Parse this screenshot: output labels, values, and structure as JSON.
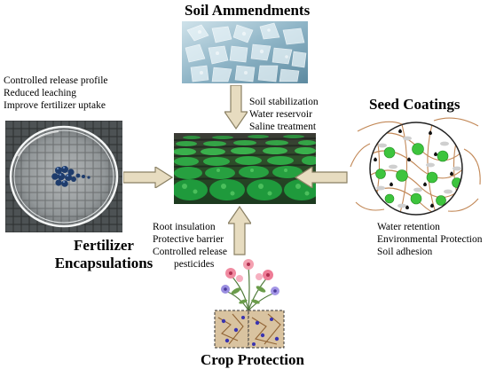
{
  "soil_amendments": {
    "title": "Soil Ammendments",
    "points": [
      "Soil stabilization",
      "Water reservoir",
      "Saline treatment"
    ]
  },
  "fertilizer": {
    "title_line1": "Fertilizer",
    "title_line2": "Encapsulations",
    "points": [
      "Controlled release profile",
      "Reduced leaching",
      "Improve fertilizer uptake"
    ]
  },
  "seed_coatings": {
    "title": "Seed Coatings",
    "points": [
      "Water retention",
      "Environmental Protection",
      "Soil adhesion"
    ]
  },
  "crop_protection": {
    "title": "Crop Protection",
    "points": [
      "Root insulation",
      "Protective barrier",
      "Controlled release"
    ],
    "points_last": "pesticides"
  },
  "colors": {
    "arrow_fill": "#e7dcc0",
    "arrow_stroke": "#8a8064",
    "crop_green": "#1f9a3c",
    "seed_green": "#3dc43d",
    "fiber_brown": "#b8743a",
    "hydrogel_blue": "#9fc7d9"
  }
}
